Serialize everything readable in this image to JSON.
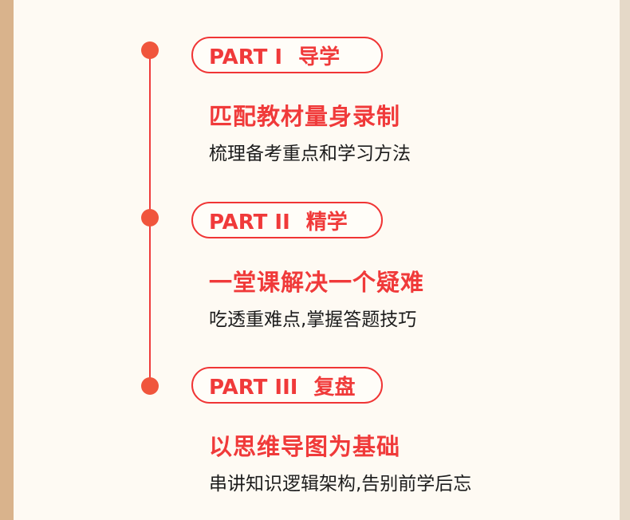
{
  "sections": [
    {
      "part": "PART I",
      "part_title": "导学",
      "heading": "匹配教材量身录制",
      "sub": "梳理备考重点和学习方法"
    },
    {
      "part": "PART II",
      "part_title": "精学",
      "heading": "一堂课解决一个疑难",
      "sub": "吃透重难点,掌握答题技巧"
    },
    {
      "part": "PART III",
      "part_title": "复盘",
      "heading": "以思维导图为基础",
      "sub": "串讲知识逻辑架构,告别前学后忘"
    }
  ],
  "colors": {
    "accent": "#f03a3a",
    "dot": "#f0553c",
    "panel": "#fefaf3",
    "side_left": "#d9b38c",
    "side_right": "#e5d9c8",
    "text": "#1c1c1c"
  }
}
